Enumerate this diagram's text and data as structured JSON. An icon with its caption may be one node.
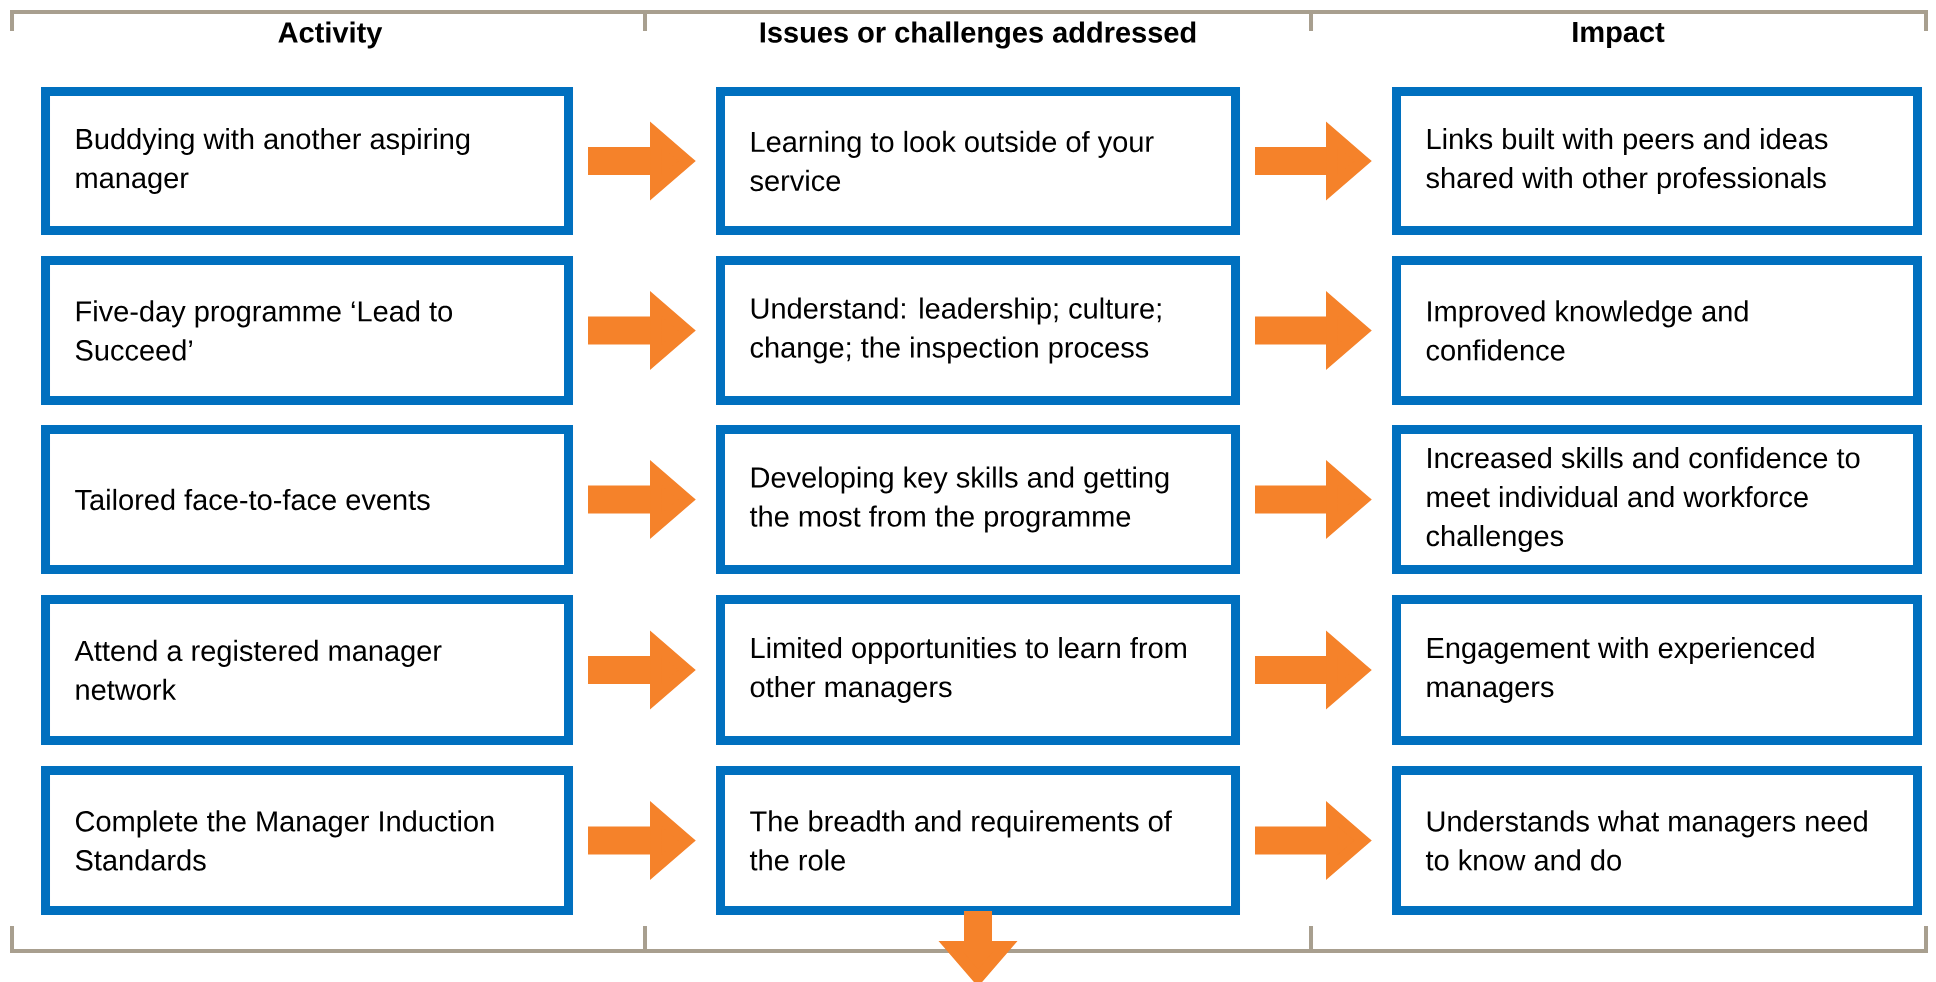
{
  "diagram": {
    "nodes": [
      {
        "text": [
          "Buddying with another aspiring manager"
        ]
      },
      {
        "text": [
          "Learning to look outside of your service"
        ]
      },
      {
        "text": [
          "Links built with peers and ideas shared with other professionals"
        ]
      },
      {
        "text": [
          "Five-day programme ‘Lead to Succeed’"
        ]
      },
      {
        "text": [
          "Understand: leadership; culture; change; the inspection process"
        ]
      },
      {
        "text": [
          "Improved knowledge and confidence"
        ]
      },
      {
        "text": [
          "Tailored face-to-face events"
        ]
      },
      {
        "text": [
          "Developing key skills and getting the most from the programme"
        ]
      },
      {
        "text": [
          "Increased skills and confidence to meet individual and workforce challenges"
        ]
      },
      {
        "text": [
          "Attend a registered manager network"
        ]
      },
      {
        "text": [
          "Limited opportunities to learn from other managers"
        ]
      },
      {
        "text": [
          "Engagement with experienced managers"
        ]
      },
      {
        "text": [
          "Complete the Manager Induction Standards"
        ]
      },
      {
        "text": [
          "The breadth and requirements of the role"
        ]
      },
      {
        "text": [
          "Understands what managers need to know and do"
        ]
      }
    ],
    "edges": [
      {
        "from": 0,
        "to": 1,
        "arrow": "to"
      },
      {
        "from": 1,
        "to": 2,
        "arrow": "to"
      },
      {
        "from": 3,
        "to": 4,
        "arrow": "to"
      },
      {
        "from": 4,
        "to": 5,
        "arrow": "to"
      },
      {
        "from": 6,
        "to": 7,
        "arrow": "to"
      },
      {
        "from": 7,
        "to": 8,
        "arrow": "to"
      },
      {
        "from": 9,
        "to": 10,
        "arrow": "to"
      },
      {
        "from": 10,
        "to": 11,
        "arrow": "to"
      },
      {
        "from": 12,
        "to": 13,
        "arrow": "to"
      },
      {
        "from": 13,
        "to": 14,
        "arrow": "to"
      },
      {
        "from": 13,
        "to": null,
        "arrow": "to"
      }
    ],
    "labels": [
      "Activity",
      "Issues or challenges addressed",
      "Impact"
    ]
  }
}
